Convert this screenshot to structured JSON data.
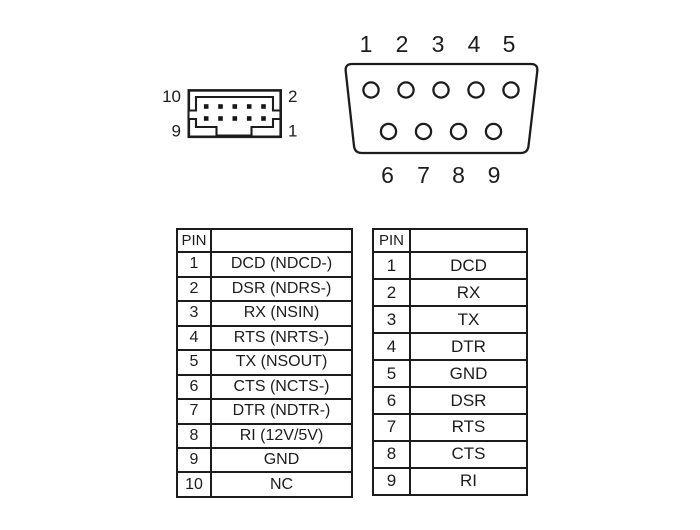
{
  "idc_connector": {
    "labels": {
      "top_left": "10",
      "bottom_left": "9",
      "top_right": "2",
      "bottom_right": "1"
    }
  },
  "db9_connector": {
    "top_pins": [
      "1",
      "2",
      "3",
      "4",
      "5"
    ],
    "bottom_pins": [
      "6",
      "7",
      "8",
      "9"
    ]
  },
  "tables": {
    "left": {
      "header": "PIN",
      "rows": [
        {
          "pin": "1",
          "signal": "DCD (NDCD-)"
        },
        {
          "pin": "2",
          "signal": "DSR (NDRS-)"
        },
        {
          "pin": "3",
          "signal": "RX (NSIN)"
        },
        {
          "pin": "4",
          "signal": "RTS (NRTS-)"
        },
        {
          "pin": "5",
          "signal": "TX (NSOUT)"
        },
        {
          "pin": "6",
          "signal": "CTS (NCTS-)"
        },
        {
          "pin": "7",
          "signal": "DTR (NDTR-)"
        },
        {
          "pin": "8",
          "signal": "RI (12V/5V)"
        },
        {
          "pin": "9",
          "signal": "GND"
        },
        {
          "pin": "10",
          "signal": "NC"
        }
      ]
    },
    "right": {
      "header": "PIN",
      "rows": [
        {
          "pin": "1",
          "signal": "DCD"
        },
        {
          "pin": "2",
          "signal": "RX"
        },
        {
          "pin": "3",
          "signal": "TX"
        },
        {
          "pin": "4",
          "signal": "DTR"
        },
        {
          "pin": "5",
          "signal": "GND"
        },
        {
          "pin": "6",
          "signal": "DSR"
        },
        {
          "pin": "7",
          "signal": "RTS"
        },
        {
          "pin": "8",
          "signal": "CTS"
        },
        {
          "pin": "9",
          "signal": "RI"
        }
      ]
    }
  },
  "colors": {
    "line": "#1c1c1c",
    "background": "#ffffff"
  }
}
